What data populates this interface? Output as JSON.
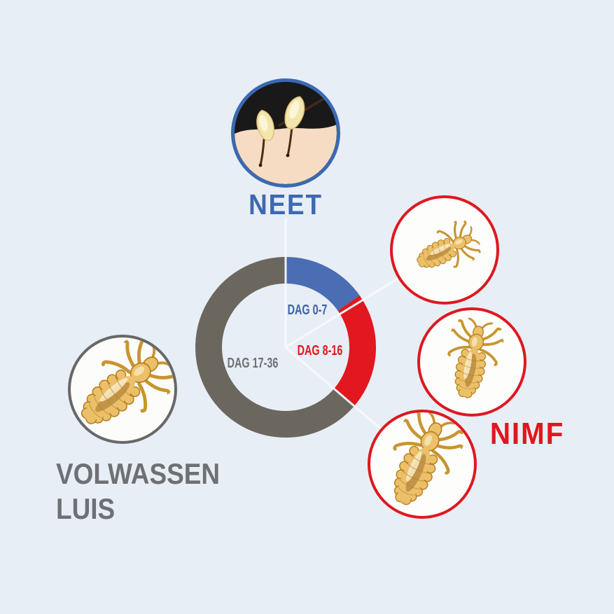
{
  "page": {
    "background_color": "#e8eef5",
    "title": "Life cycle of the head louse (Dutch infographic)"
  },
  "stages": {
    "neet": {
      "label": "NEET",
      "text_color": "#3c69b1",
      "circle_border_color": "#3b69b2",
      "icon": "nits-on-hair-icon"
    },
    "nimf": {
      "label": "NIMF",
      "text_color": "#e2161e",
      "circle_border_color": "#de1820",
      "circle_count": 3,
      "icons": [
        "small-nymph-louse-icon",
        "medium-nymph-louse-icon",
        "large-nymph-louse-icon"
      ]
    },
    "volwassen": {
      "label_line1": "VOLWASSEN",
      "label_line2": "LUIS",
      "text_color": "#6e7174",
      "circle_border_color": "#686868",
      "icon": "adult-louse-icon"
    }
  },
  "chart_data": {
    "type": "pie",
    "variant": "donut",
    "title": "",
    "legend_position": "none",
    "grid": false,
    "total_days": 37,
    "segments": [
      {
        "label": "DAG 0-7",
        "stage": "neet",
        "day_start": 0,
        "day_end": 7,
        "start_angle_deg": 0,
        "end_angle_deg": 55,
        "color": "#4a6db3",
        "label_color": "#3d62a8"
      },
      {
        "label": "DAG 8-16",
        "stage": "nimf",
        "day_start": 8,
        "day_end": 16,
        "start_angle_deg": 55,
        "end_angle_deg": 130,
        "color": "#e2171f",
        "label_color": "#e2161e"
      },
      {
        "label": "DAG 17-36",
        "stage": "volwassen luis",
        "day_start": 17,
        "day_end": 36,
        "start_angle_deg": 130,
        "end_angle_deg": 360,
        "color": "#6b675f",
        "label_color": "#6d7072"
      }
    ],
    "connector_line_color": "#f7fafc"
  }
}
